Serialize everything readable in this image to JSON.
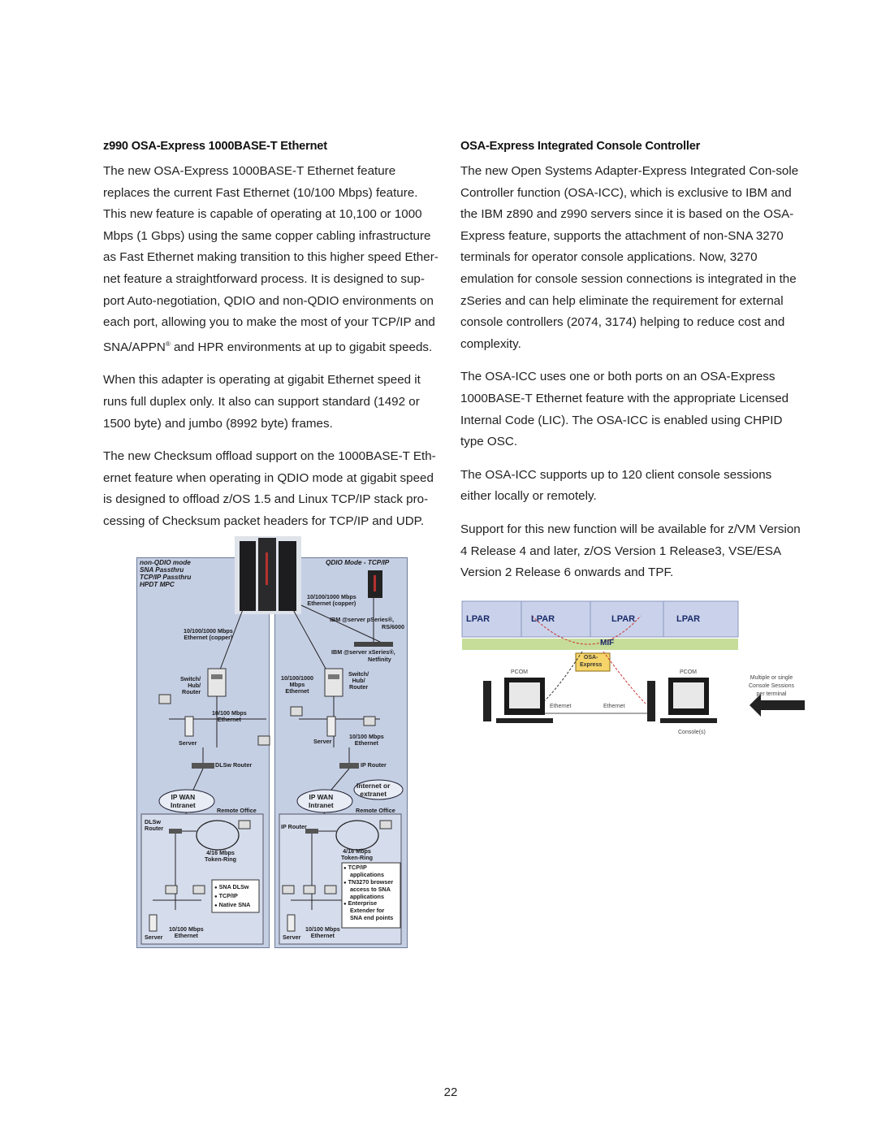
{
  "left": {
    "heading": "z990 OSA-Express 1000BASE-T Ethernet",
    "p1_a": "The new OSA-Express 1000BASE-T Ethernet feature replaces the current Fast Ethernet (10/100 Mbps) feature. This new feature is capable of operating at 10,100 or 1000 Mbps (1 Gbps) using the same copper cabling infrastructure as Fast Ethernet making transition to this higher speed Ether-net feature a straightforward process. It is designed to sup-port Auto-negotiation, QDIO and non-QDIO environments on each port, allowing you to make the most of your TCP/IP and SNA/APPN",
    "p1_sup": "®",
    "p1_b": " and HPR environments at up to gigabit speeds.",
    "p2": "When this adapter is operating at gigabit Ethernet speed it runs full duplex only. It also can support standard (1492 or 1500 byte) and jumbo (8992 byte) frames.",
    "p3": "The new Checksum offload support on the 1000BASE-T Eth-ernet feature when operating in QDIO mode at gigabit speed is designed to offload z/OS 1.5 and Linux TCP/IP stack pro-cessing of Checksum packet headers for TCP/IP and UDP."
  },
  "right": {
    "heading": "OSA-Express Integrated Console Controller",
    "p1": "The new Open Systems Adapter-Express Integrated Con-sole Controller function (OSA-ICC), which is exclusive to IBM and the IBM z890 and z990 servers since it is based on the OSA-Express feature, supports the attachment of non-SNA 3270 terminals for operator console applications. Now, 3270 emulation for console session connections is integrated in the zSeries and can help eliminate the requirement for external console controllers (2074, 3174) helping to reduce cost and complexity.",
    "p2": "The OSA-ICC uses one or both ports on an OSA-Express 1000BASE-T Ethernet feature with the appropriate Licensed Internal Code (LIC). The OSA-ICC is enabled using CHPID type OSC.",
    "p3": "The OSA-ICC supports up to 120 client console sessions either locally or remotely.",
    "p4": "Support for this new function will be available for z/VM Version 4 Release 4 and later, z/OS Version 1 Release3, VSE/ESA Version 2 Release 6 onwards and TPF."
  },
  "diagram_left": {
    "mode_left": [
      "non-QDIO mode",
      "SNA Passthru",
      "TCP/IP Passthru",
      "HPDT MPC"
    ],
    "mode_right": "QDIO Mode - TCP/IP",
    "eth_copper_right": [
      "10/100/1000 Mbps",
      "Ethernet (copper)"
    ],
    "ibm_pseries": "IBM @server pSeries®,",
    "rs6000": "RS/6000",
    "eth_copper_left": [
      "10/100/1000 Mbps",
      "Ethernet (copper)"
    ],
    "ibm_xseries": "IBM @server xSeries®,",
    "netfinity": "Netfinity",
    "switch_left": [
      "Switch/",
      "Hub/",
      "Router"
    ],
    "mbps_mid": [
      "10/100/1000",
      "Mbps",
      "Ethernet"
    ],
    "switch_right": [
      "Switch/",
      "Hub/",
      "Router"
    ],
    "eth100_left": [
      "10/100 Mbps",
      "Ethernet"
    ],
    "server_left": "Server",
    "server_right": "Server",
    "eth100_right": [
      "10/100 Mbps",
      "Ethernet"
    ],
    "dlsw_router": "DLSw Router",
    "ip_router_top": "IP Router",
    "ipwan_left": [
      "IP WAN",
      "Intranet"
    ],
    "ipwan_right": [
      "IP WAN",
      "Intranet"
    ],
    "internet": [
      "Internet or",
      "extranet"
    ],
    "remote_left": "Remote Office",
    "remote_right": "Remote Office",
    "dlsw_small": [
      "DLSw",
      "Router"
    ],
    "ip_router_bottom": "IP Router",
    "token_left": [
      "4/16 Mbps",
      "Token-Ring"
    ],
    "token_right": [
      "4/16 Mbps",
      "Token-Ring"
    ],
    "legend_left": [
      "SNA DLSw",
      "TCP/IP",
      "Native SNA"
    ],
    "legend_right": [
      "TCP/IP",
      "applications",
      "TN3270 browser",
      "access to SNA",
      "applications",
      "Enterprise",
      "Extender for",
      "SNA end points"
    ],
    "bottom_left": [
      "10/100 Mbps",
      "Ethernet"
    ],
    "bottom_right": [
      "10/100 Mbps",
      "Ethernet"
    ],
    "server_bl": "Server",
    "server_br": "Server"
  },
  "diagram_right": {
    "lpars": [
      "LPAR",
      "LPAR",
      "LPAR",
      "LPAR"
    ],
    "mif": "MIF",
    "osa": [
      "OSA-",
      "Express"
    ],
    "pcom_left": "PCOM",
    "pcom_right": "PCOM",
    "ethernet_left": "Ethernet",
    "ethernet_right": "Ethernet",
    "sessions_note": [
      "Multiple or single",
      "Console Sessions",
      "per terminal"
    ],
    "consoles": "Console(s)"
  },
  "page_number": "22"
}
